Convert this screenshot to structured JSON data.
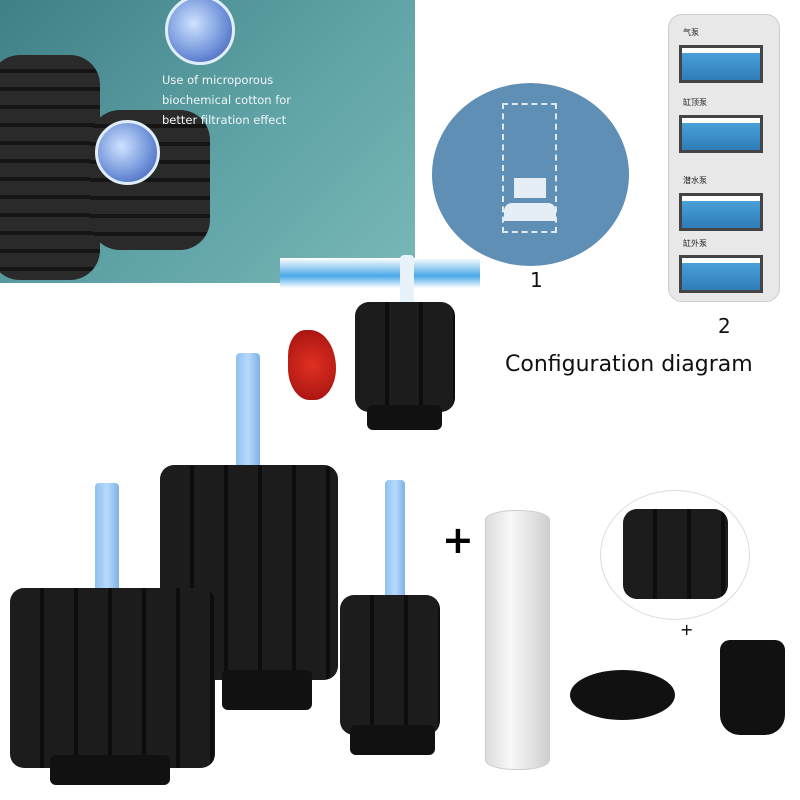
{
  "top_left_panel": {
    "caption": "Use of microporous biochemical cotton for better filtration effect"
  },
  "diagram1": {
    "label": "1"
  },
  "diagram2": {
    "label": "2",
    "steps": [
      "气泵",
      "缸顶泵",
      "潜水泵",
      "缸外泵"
    ]
  },
  "configuration_caption": "Configuration diagram",
  "plus_signs": [
    "+",
    "+"
  ],
  "colors": {
    "panel_teal": "#5fa3a6",
    "sponge": "#1c1c1c",
    "tube_blue": "#9fcaf4"
  }
}
